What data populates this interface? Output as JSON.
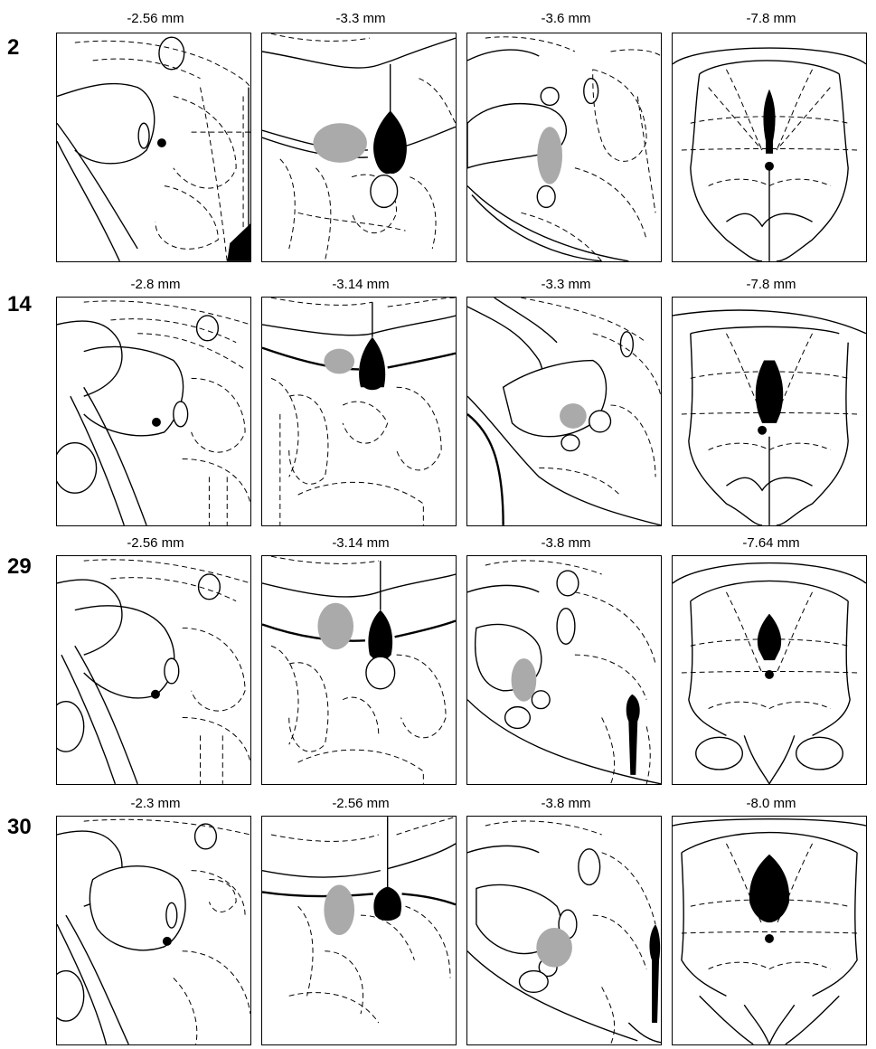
{
  "figure": {
    "rows": [
      {
        "subject": "2",
        "panels": [
          {
            "level": "-2.56 mm",
            "marker": "black-dot"
          },
          {
            "level": "-3.3 mm",
            "marker": "gray-lesion"
          },
          {
            "level": "-3.6 mm",
            "marker": "gray-lesion"
          },
          {
            "level": "-7.8 mm",
            "marker": "black-dot"
          }
        ]
      },
      {
        "subject": "14",
        "panels": [
          {
            "level": "-2.8 mm",
            "marker": "black-dot"
          },
          {
            "level": "-3.14 mm",
            "marker": "gray-lesion"
          },
          {
            "level": "-3.3 mm",
            "marker": "gray-lesion"
          },
          {
            "level": "-7.8 mm",
            "marker": "black-dot"
          }
        ]
      },
      {
        "subject": "29",
        "panels": [
          {
            "level": "-2.56 mm",
            "marker": "black-dot"
          },
          {
            "level": "-3.14 mm",
            "marker": "gray-lesion"
          },
          {
            "level": "-3.8 mm",
            "marker": "gray-lesion"
          },
          {
            "level": "-7.64 mm",
            "marker": "black-dot"
          }
        ]
      },
      {
        "subject": "30",
        "panels": [
          {
            "level": "-2.3 mm",
            "marker": "black-dot"
          },
          {
            "level": "-2.56 mm",
            "marker": "gray-lesion"
          },
          {
            "level": "-3.8 mm",
            "marker": "gray-lesion"
          },
          {
            "level": "-8.0 mm",
            "marker": "black-dot"
          }
        ]
      }
    ],
    "colors": {
      "lesion": "#aaaaaa",
      "ventricle": "#000000",
      "outline": "#000000"
    }
  }
}
